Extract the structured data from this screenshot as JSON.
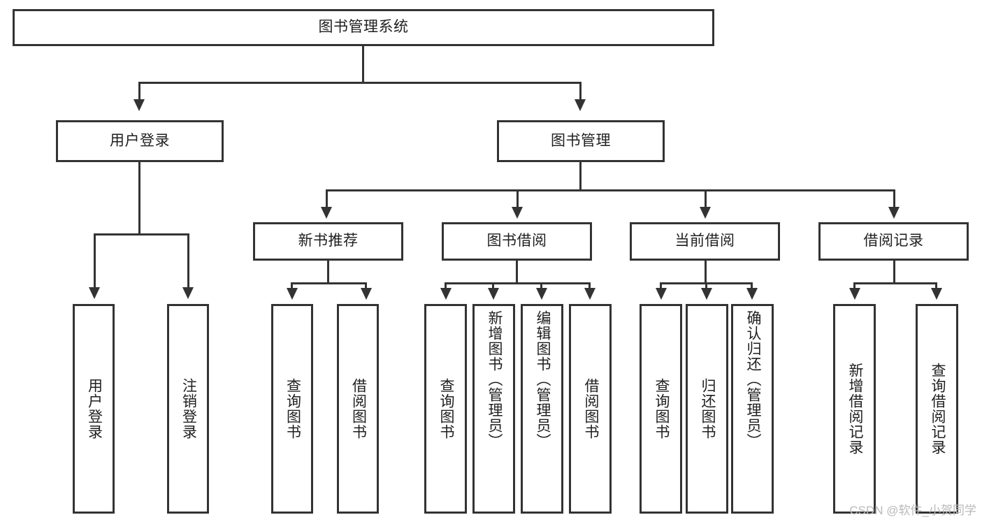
{
  "diagram": {
    "type": "tree-hierarchy-chart",
    "title": "图书管理系统",
    "root": {
      "label": "图书管理系统"
    },
    "level2": [
      {
        "id": "user-login",
        "label": "用户登录"
      },
      {
        "id": "book-management",
        "label": "图书管理"
      }
    ],
    "level3": [
      {
        "id": "new-book-recommend",
        "label": "新书推荐"
      },
      {
        "id": "book-borrow",
        "label": "图书借阅"
      },
      {
        "id": "current-borrow",
        "label": "当前借阅"
      },
      {
        "id": "borrow-record",
        "label": "借阅记录"
      }
    ],
    "leaves": {
      "user_login": [
        {
          "id": "leaf-user-login",
          "label": "用户登录"
        },
        {
          "id": "leaf-logout-login",
          "label": "注销登录"
        }
      ],
      "new_book_recommend": [
        {
          "id": "leaf-query-book-1",
          "label": "查询图书"
        },
        {
          "id": "leaf-borrow-book-1",
          "label": "借阅图书"
        }
      ],
      "book_borrow": [
        {
          "id": "leaf-query-book-2",
          "label": "查询图书"
        },
        {
          "id": "leaf-add-book",
          "label": "新增图书（管理员）"
        },
        {
          "id": "leaf-edit-book",
          "label": "编辑图书（管理员）"
        },
        {
          "id": "leaf-borrow-book-2",
          "label": "借阅图书"
        }
      ],
      "current_borrow": [
        {
          "id": "leaf-query-book-3",
          "label": "查询图书"
        },
        {
          "id": "leaf-return-book",
          "label": "归还图书"
        },
        {
          "id": "leaf-confirm-return",
          "label": "确认归还（管理员）"
        }
      ],
      "borrow_record": [
        {
          "id": "leaf-add-borrow-record",
          "label": "新增借阅记录"
        },
        {
          "id": "leaf-query-borrow-record",
          "label": "查询借阅记录"
        }
      ]
    }
  },
  "watermark": {
    "text": "CSDN @软件_小贺同学"
  },
  "colors": {
    "border": "#333333",
    "text": "#1f1f1f",
    "background": "#ffffff",
    "watermark": "#b9b9b9"
  }
}
